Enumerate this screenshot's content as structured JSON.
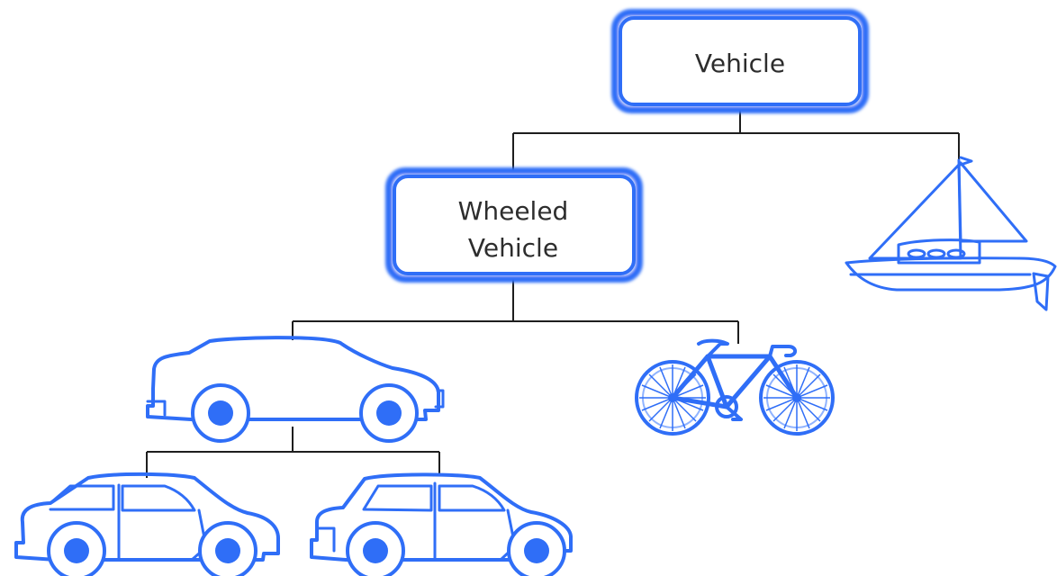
{
  "diagram": {
    "nodes": {
      "vehicle": {
        "label": "Vehicle"
      },
      "wheeled_vehicle": {
        "label_line1": "Wheeled",
        "label_line2": "Vehicle"
      },
      "boat": {
        "icon": "sailboat-icon"
      },
      "car": {
        "icon": "sedan-car-icon"
      },
      "bicycle": {
        "icon": "bicycle-icon"
      },
      "hatchback": {
        "icon": "hatchback-car-icon"
      },
      "four_door_car": {
        "icon": "four-door-car-icon"
      }
    }
  },
  "colors": {
    "accent": "#2f6ef7",
    "accent_light": "#8fb3ff",
    "line": "#1e1e1e",
    "text": "#2d2d2d"
  }
}
